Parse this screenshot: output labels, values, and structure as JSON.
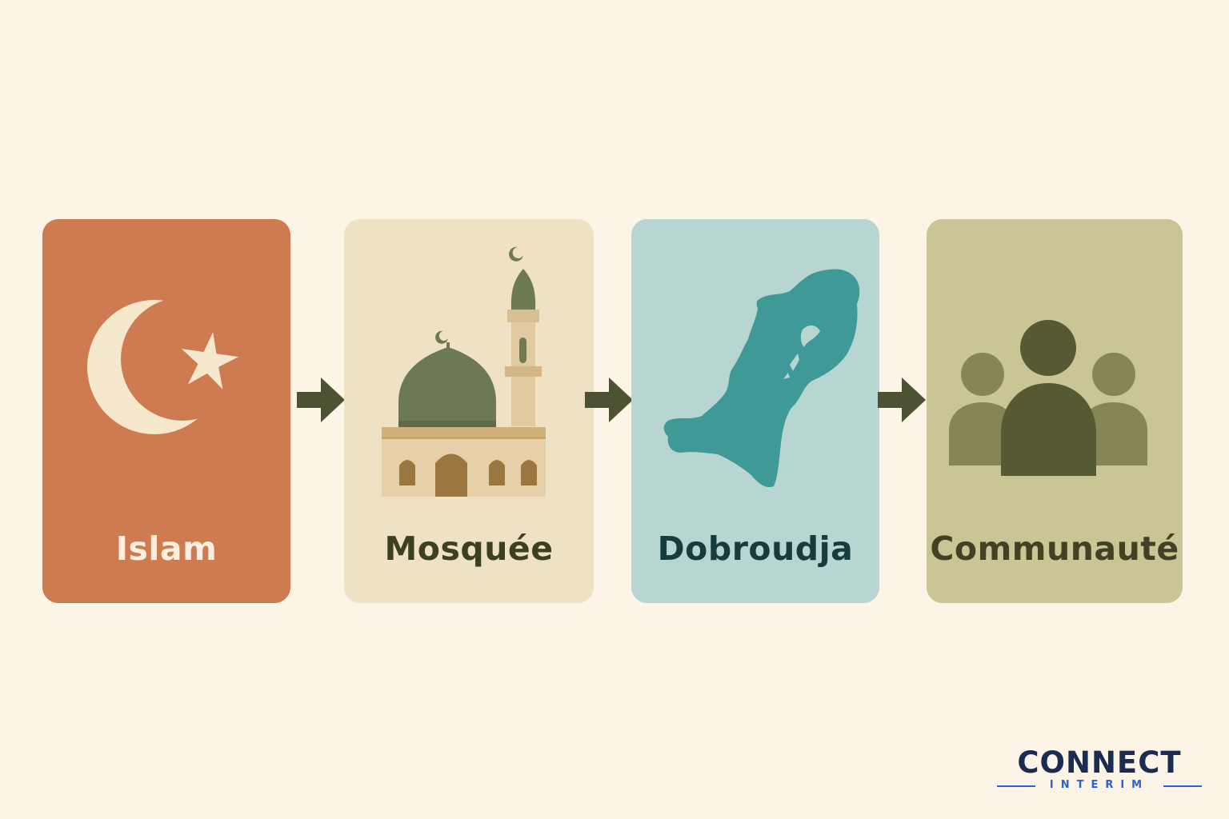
{
  "steps": [
    {
      "label": "Islam",
      "icon": "crescent-star-icon",
      "bg": "#cf7b52",
      "text_color": "#fcefe0"
    },
    {
      "label": "Mosquée",
      "icon": "mosque-icon",
      "bg": "#efe1c4",
      "text_color": "#3d3f22"
    },
    {
      "label": "Dobroudja",
      "icon": "dobroudja-map-icon",
      "bg": "#b7d6d1",
      "text_color": "#163c3e"
    },
    {
      "label": "Communauté",
      "icon": "people-group-icon",
      "bg": "#c9c595",
      "text_color": "#414124"
    }
  ],
  "arrows": {
    "color": "#4d5232",
    "icon": "arrow-right-icon"
  },
  "logo": {
    "word": "CONNECT",
    "sub": "INTERIM",
    "word_color": "#1c2b52",
    "accent_color": "#2a5fd6"
  }
}
